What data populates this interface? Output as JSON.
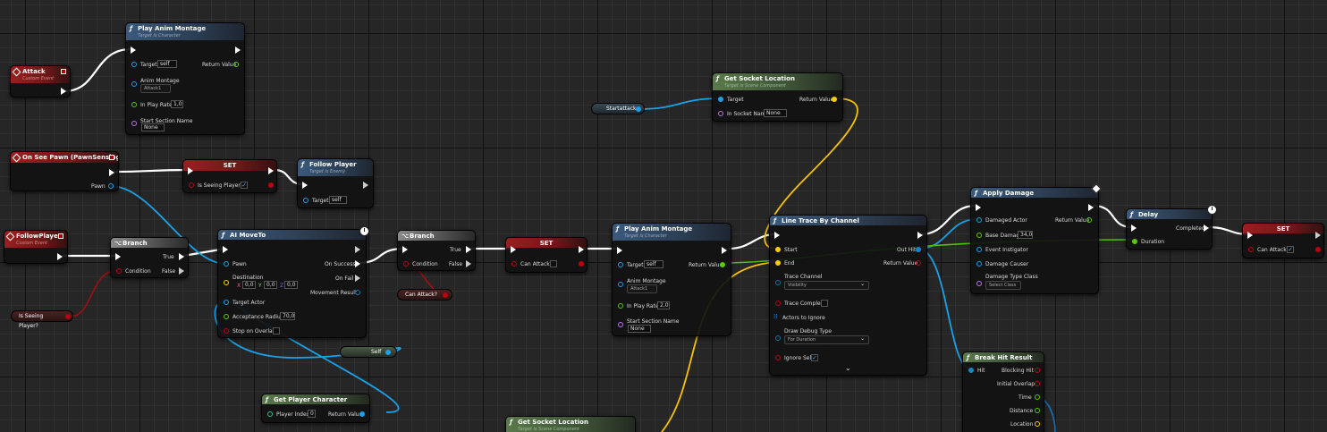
{
  "nodes": {
    "attack_event": {
      "title": "Attack",
      "subtitle": "Custom Event"
    },
    "on_see_pawn": {
      "title": "On See Pawn (PawnSensing)",
      "pawn": "Pawn"
    },
    "follow_player_event": {
      "title": "FollowPlayer",
      "subtitle": "Custom Event"
    },
    "play_anim_1": {
      "title": "Play Anim Montage",
      "subtitle": "Target is Character",
      "target": "Target",
      "target_val": "self",
      "return_value": "Return Value",
      "anim_montage": "Anim Montage",
      "anim_montage_val": "Attack1",
      "in_play_rate": "In Play Rate",
      "in_play_rate_val": "1,0",
      "start_section": "Start Section Name",
      "start_section_val": "None"
    },
    "set_seeing": {
      "title": "SET",
      "var": "Is Seeing Player?"
    },
    "follow_player_fn": {
      "title": "Follow Player",
      "subtitle": "Target is Enemy",
      "target": "Target",
      "target_val": "self"
    },
    "branch_1": {
      "title": "Branch",
      "true": "True",
      "false": "False",
      "condition": "Condition"
    },
    "is_seeing_var": {
      "label": "Is Seeing Player?"
    },
    "ai_moveto": {
      "title": "AI MoveTo",
      "pawn": "Pawn",
      "on_success": "On Success",
      "on_fail": "On Fail",
      "destination": "Destination",
      "dx": "0,0",
      "dy": "0,0",
      "dz": "0,0",
      "x": "X",
      "y": "Y",
      "z": "Z",
      "movement_result": "Movement Result",
      "target_actor": "Target Actor",
      "acceptance_radius": "Acceptance Radius",
      "acceptance_val": "70,0",
      "stop_on_overlap": "Stop on Overlap"
    },
    "self_var": {
      "label": "Self"
    },
    "get_player_character": {
      "title": "Get Player Character",
      "player_index": "Player Index",
      "player_index_val": "0",
      "return_value": "Return Value"
    },
    "branch_2": {
      "title": "Branch",
      "true": "True",
      "false": "False",
      "condition": "Condition"
    },
    "can_attack_var": {
      "label": "Can Attack?"
    },
    "set_can_attack_1": {
      "title": "SET",
      "var": "Can Attack?"
    },
    "play_anim_2": {
      "title": "Play Anim Montage",
      "subtitle": "Target is Character",
      "target": "Target",
      "target_val": "self",
      "return_value": "Return Value",
      "anim_montage": "Anim Montage",
      "anim_montage_val": "Attack1",
      "in_play_rate": "In Play Rate",
      "in_play_rate_val": "2,0",
      "start_section": "Start Section Name",
      "start_section_val": "None"
    },
    "startattack_var": {
      "label": "Startattack"
    },
    "get_socket_1": {
      "title": "Get Socket Location",
      "subtitle": "Target is Scene Component",
      "target": "Target",
      "return_value": "Return Value",
      "in_socket_name": "In Socket Name",
      "in_socket_val": "None"
    },
    "get_socket_2": {
      "title": "Get Socket Location",
      "subtitle": "Target is Scene Component"
    },
    "line_trace": {
      "title": "Line Trace By Channel",
      "start": "Start",
      "out_hit": "Out Hit",
      "end": "End",
      "return_value": "Return Value",
      "trace_channel": "Trace Channel",
      "trace_channel_val": "Visibility",
      "trace_complex": "Trace Complex",
      "actors_to_ignore": "Actors to Ignore",
      "draw_debug": "Draw Debug Type",
      "draw_debug_val": "For Duration",
      "ignore_self": "Ignore Self"
    },
    "apply_damage": {
      "title": "Apply Damage",
      "damaged_actor": "Damaged Actor",
      "return_value": "Return Value",
      "base_damage": "Base Damage",
      "base_damage_val": "34,0",
      "event_instigator": "Event Instigator",
      "damage_causer": "Damage Causer",
      "damage_type_class": "Damage Type Class",
      "damage_type_val": "Select Class"
    },
    "break_hit": {
      "title": "Break Hit Result",
      "hit": "Hit",
      "blocking_hit": "Blocking Hit",
      "initial_overlap": "Initial Overlap",
      "time": "Time",
      "distance": "Distance",
      "location": "Location"
    },
    "delay": {
      "title": "Delay",
      "duration": "Duration",
      "completed": "Completed"
    },
    "set_can_attack_2": {
      "title": "SET",
      "var": "Can Attack?"
    }
  },
  "colors": {
    "exec_wire": "#ffffff",
    "object_wire": "#1ba1e8",
    "bool_wire": "#a01010",
    "vector_wire": "#f7c20a",
    "float_wire": "#4fc012",
    "struct_wire": "#1470b8"
  },
  "icons": [
    "function-icon",
    "event-icon",
    "branch-icon",
    "clock-icon",
    "diamond-icon",
    "checkbox-icon"
  ]
}
